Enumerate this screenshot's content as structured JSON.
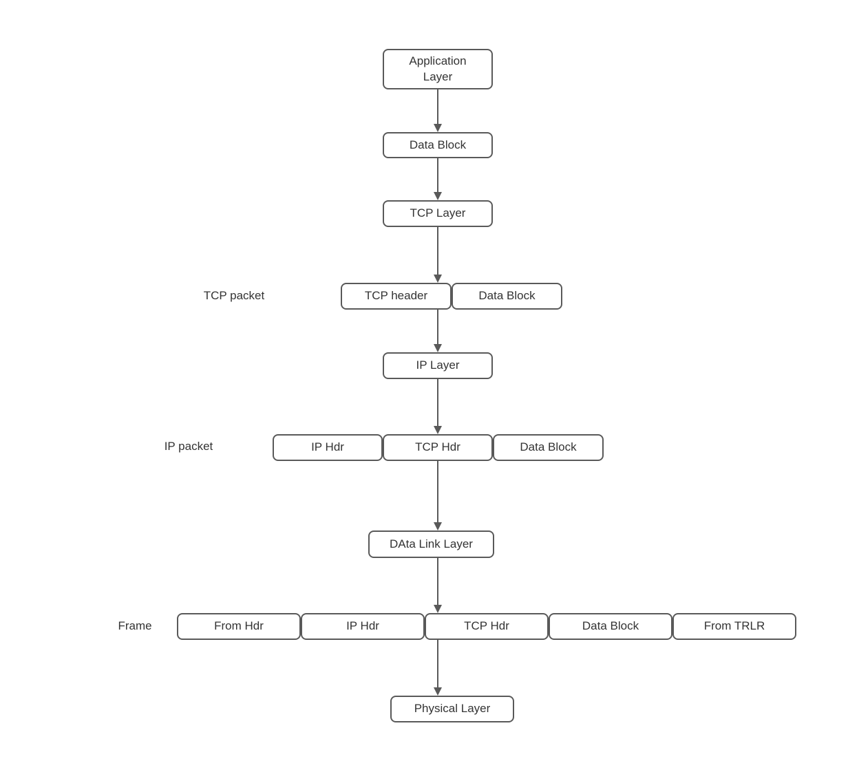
{
  "diagram": {
    "boxes": {
      "application_layer": "Application Layer",
      "data_block_top": "Data Block",
      "tcp_layer": "TCP Layer",
      "tcp_header": "TCP header",
      "tcp_data_block": "Data Block",
      "ip_layer": "IP Layer",
      "ip_hdr": "IP Hdr",
      "ip_tcp_hdr": "TCP Hdr",
      "ip_data_block": "Data Block",
      "data_link_layer": "DAta Link Layer",
      "frame_from_hdr": "From Hdr",
      "frame_ip_hdr": "IP Hdr",
      "frame_tcp_hdr": "TCP Hdr",
      "frame_data_block": "Data Block",
      "frame_from_trlr": "From TRLR",
      "physical_layer": "Physical Layer"
    },
    "row_labels": {
      "tcp_packet": "TCP packet",
      "ip_packet": "IP packet",
      "frame": "Frame"
    },
    "colors": {
      "background": "#ffffff",
      "box_border": "#595959",
      "box_fill": "#ffffff",
      "text": "#333333",
      "arrow": "#595959"
    }
  }
}
